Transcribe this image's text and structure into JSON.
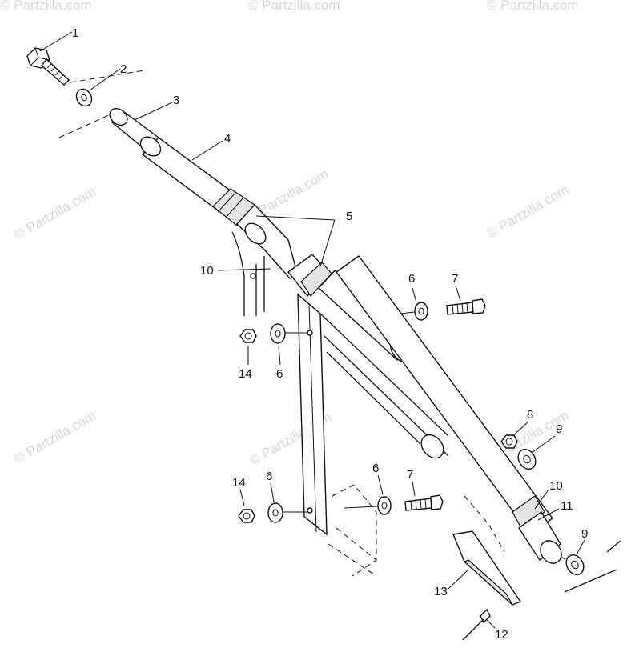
{
  "watermark": "© Partzilla.com",
  "callouts": {
    "c1": "1",
    "c2": "2",
    "c3": "3",
    "c4": "4",
    "c5": "5",
    "c6a": "6",
    "c6b": "6",
    "c6c": "6",
    "c6d": "6",
    "c7a": "7",
    "c7b": "7",
    "c8": "8",
    "c9a": "9",
    "c9b": "9",
    "c10a": "10",
    "c10b": "10",
    "c11": "11",
    "c12": "12",
    "c13": "13",
    "c14a": "14",
    "c14b": "14"
  }
}
